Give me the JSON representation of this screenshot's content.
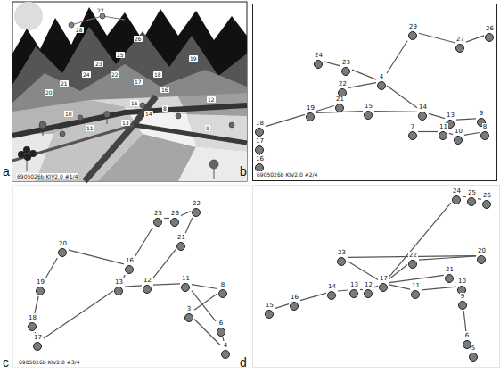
{
  "diagram": {
    "nodes": [
      {
        "text": [
          "29"
        ]
      },
      {
        "text": [
          "27"
        ]
      },
      {
        "text": [
          "26"
        ]
      },
      {
        "text": [
          "24"
        ]
      },
      {
        "text": [
          "23"
        ]
      },
      {
        "text": [
          "4"
        ]
      },
      {
        "text": [
          "22"
        ]
      },
      {
        "text": [
          "21"
        ]
      },
      {
        "text": [
          "19"
        ]
      },
      {
        "text": [
          "15"
        ]
      },
      {
        "text": [
          "14"
        ]
      },
      {
        "text": [
          "13"
        ]
      },
      {
        "text": [
          "9"
        ]
      },
      {
        "text": [
          "8"
        ]
      },
      {
        "text": [
          "11"
        ]
      },
      {
        "text": [
          "10"
        ]
      },
      {
        "text": [
          "7"
        ]
      },
      {
        "text": [
          "18"
        ]
      },
      {
        "text": [
          "17"
        ]
      },
      {
        "text": [
          "16"
        ]
      },
      {
        "text": [
          "22"
        ]
      },
      {
        "text": [
          "25"
        ]
      },
      {
        "text": [
          "26"
        ]
      },
      {
        "text": [
          "21"
        ]
      },
      {
        "text": [
          "20"
        ]
      },
      {
        "text": [
          "19"
        ]
      },
      {
        "text": [
          "18"
        ]
      },
      {
        "text": [
          "17"
        ]
      },
      {
        "text": [
          "16"
        ]
      },
      {
        "text": [
          "13"
        ]
      },
      {
        "text": [
          "12"
        ]
      },
      {
        "text": [
          "11"
        ]
      },
      {
        "text": [
          "8"
        ]
      },
      {
        "text": [
          "3"
        ]
      },
      {
        "text": [
          "6"
        ]
      },
      {
        "text": [
          "4"
        ]
      },
      {
        "text": [
          "24"
        ]
      },
      {
        "text": [
          "25"
        ]
      },
      {
        "text": [
          "26"
        ]
      },
      {
        "text": [
          "23"
        ]
      },
      {
        "text": [
          "22"
        ]
      },
      {
        "text": [
          "20"
        ]
      },
      {
        "text": [
          "21"
        ]
      },
      {
        "text": [
          "16"
        ]
      },
      {
        "text": [
          "15"
        ]
      },
      {
        "text": [
          "14"
        ]
      },
      {
        "text": [
          "13"
        ]
      },
      {
        "text": [
          "12"
        ]
      },
      {
        "text": [
          "17"
        ]
      },
      {
        "text": [
          "11"
        ]
      },
      {
        "text": [
          "10"
        ]
      },
      {
        "text": [
          "9"
        ]
      },
      {
        "text": [
          "6"
        ]
      },
      {
        "text": [
          "5"
        ]
      }
    ],
    "edges": [
      {
        "from": 19,
        "to": 18,
        "arrow": "none"
      },
      {
        "from": 18,
        "to": 17,
        "arrow": "none"
      },
      {
        "from": 17,
        "to": 8,
        "arrow": "none"
      },
      {
        "from": 8,
        "to": 7,
        "arrow": "none"
      },
      {
        "from": 7,
        "to": 6,
        "arrow": "none"
      },
      {
        "from": 6,
        "to": 5,
        "arrow": "none"
      },
      {
        "from": 5,
        "to": 4,
        "arrow": "none"
      },
      {
        "from": 4,
        "to": 3,
        "arrow": "none"
      },
      {
        "from": 5,
        "to": 0,
        "arrow": "none"
      },
      {
        "from": 0,
        "to": 1,
        "arrow": "none"
      },
      {
        "from": 1,
        "to": 2,
        "arrow": "none"
      },
      {
        "from": 8,
        "to": 9,
        "arrow": "none"
      },
      {
        "from": 9,
        "to": 10,
        "arrow": "none"
      },
      {
        "from": 10,
        "to": 11,
        "arrow": "none"
      },
      {
        "from": 11,
        "to": 12,
        "arrow": "none"
      },
      {
        "from": 12,
        "to": 13,
        "arrow": "none"
      },
      {
        "from": 13,
        "to": 15,
        "arrow": "none"
      },
      {
        "from": 15,
        "to": 14,
        "arrow": "none"
      },
      {
        "from": 14,
        "to": 16,
        "arrow": "none"
      },
      {
        "from": 10,
        "to": 5,
        "arrow": "none"
      },
      {
        "from": 26,
        "to": 27,
        "arrow": "none"
      },
      {
        "from": 27,
        "to": 29,
        "arrow": "none"
      },
      {
        "from": 26,
        "to": 25,
        "arrow": "none"
      },
      {
        "from": 25,
        "to": 24,
        "arrow": "none"
      },
      {
        "from": 24,
        "to": 28,
        "arrow": "none"
      },
      {
        "from": 28,
        "to": 21,
        "arrow": "none"
      },
      {
        "from": 21,
        "to": 22,
        "arrow": "none"
      },
      {
        "from": 22,
        "to": 20,
        "arrow": "none"
      },
      {
        "from": 20,
        "to": 23,
        "arrow": "none"
      },
      {
        "from": 23,
        "to": 30,
        "arrow": "none"
      },
      {
        "from": 29,
        "to": 30,
        "arrow": "none"
      },
      {
        "from": 28,
        "to": 29,
        "arrow": "none"
      },
      {
        "from": 30,
        "to": 31,
        "arrow": "none"
      },
      {
        "from": 31,
        "to": 32,
        "arrow": "none"
      },
      {
        "from": 32,
        "to": 33,
        "arrow": "none"
      },
      {
        "from": 33,
        "to": 35,
        "arrow": "none"
      },
      {
        "from": 35,
        "to": 34,
        "arrow": "none"
      },
      {
        "from": 34,
        "to": 31,
        "arrow": "none"
      },
      {
        "from": 44,
        "to": 43,
        "arrow": "none"
      },
      {
        "from": 43,
        "to": 45,
        "arrow": "none"
      },
      {
        "from": 45,
        "to": 46,
        "arrow": "none"
      },
      {
        "from": 46,
        "to": 47,
        "arrow": "none"
      },
      {
        "from": 47,
        "to": 48,
        "arrow": "none"
      },
      {
        "from": 48,
        "to": 49,
        "arrow": "none"
      },
      {
        "from": 49,
        "to": 50,
        "arrow": "none"
      },
      {
        "from": 50,
        "to": 51,
        "arrow": "none"
      },
      {
        "from": 51,
        "to": 52,
        "arrow": "none"
      },
      {
        "from": 52,
        "to": 53,
        "arrow": "none"
      },
      {
        "from": 48,
        "to": 39,
        "arrow": "none"
      },
      {
        "from": 39,
        "to": 41,
        "arrow": "none"
      },
      {
        "from": 48,
        "to": 40,
        "arrow": "none"
      },
      {
        "from": 40,
        "to": 41,
        "arrow": "none"
      },
      {
        "from": 48,
        "to": 42,
        "arrow": "none"
      },
      {
        "from": 48,
        "to": 36,
        "arrow": "none"
      },
      {
        "from": 36,
        "to": 37,
        "arrow": "none"
      },
      {
        "from": 37,
        "to": 38,
        "arrow": "none"
      }
    ],
    "labels": [
      "a",
      "b",
      "c",
      "d",
      "6905026b  KIV2.0  #1/4",
      "6905026b  KIV2.0  #2/4",
      "6905026b  KIV2.0  #3/4",
      "28",
      "27",
      "26",
      "25",
      "24",
      "23",
      "22",
      "21",
      "20",
      "19",
      "18",
      "17",
      "16",
      "15",
      "14",
      "13",
      "12",
      "11",
      "10",
      "9",
      "8"
    ]
  }
}
